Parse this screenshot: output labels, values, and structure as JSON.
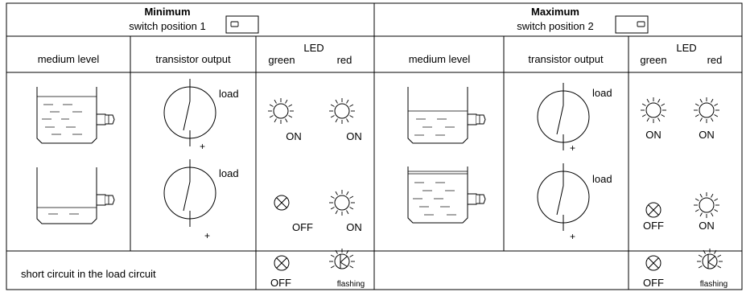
{
  "minimum": {
    "title": "Minimum",
    "switch_position": "switch position 1",
    "col_medium_level": "medium level",
    "col_transistor_output": "transistor output",
    "col_led": "LED",
    "led_green": "green",
    "led_red": "red",
    "load_label": "load",
    "plus_sign": "+",
    "row1_green_state": "ON",
    "row1_red_state": "ON",
    "row2_green_state": "OFF",
    "row2_red_state": "ON"
  },
  "maximum": {
    "title": "Maximum",
    "switch_position": "switch position 2",
    "col_medium_level": "medium level",
    "col_transistor_output": "transistor output",
    "col_led": "LED",
    "led_green": "green",
    "led_red": "red",
    "load_label": "load",
    "plus_sign": "+",
    "row1_green_state": "ON",
    "row1_red_state": "ON",
    "row2_green_state": "OFF",
    "row2_red_state": "ON"
  },
  "short_circuit": {
    "label": "short circuit in the load circuit",
    "min_green_state": "OFF",
    "min_red_state": "flashing",
    "max_green_state": "OFF",
    "max_red_state": "flashing"
  }
}
